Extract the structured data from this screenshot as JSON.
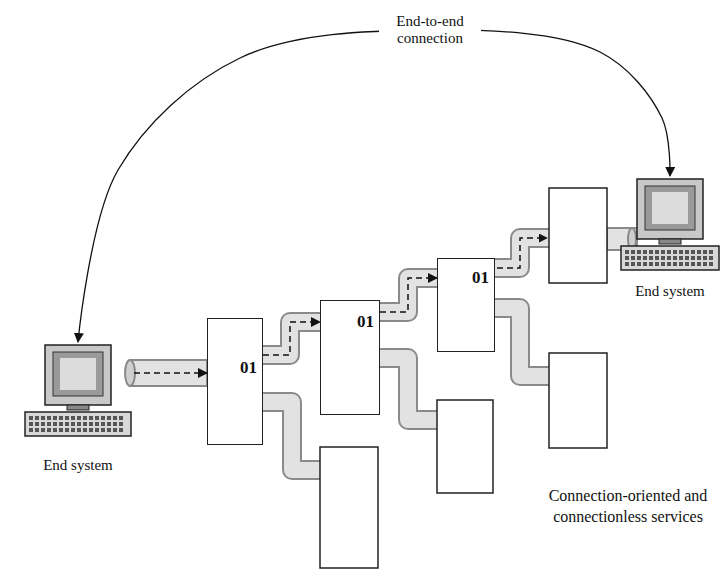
{
  "diagram": {
    "caption": "Connection-oriented and connectionless services",
    "nodes": [
      {
        "text": [
          "End system"
        ]
      },
      {
        "text": [
          "01"
        ]
      },
      {
        "text": [
          "01"
        ]
      },
      {
        "text": [
          "01"
        ]
      },
      {
        "text": [
          "End system"
        ]
      }
    ],
    "edges": [
      {
        "from": 0,
        "to": 1,
        "arrow": "to"
      },
      {
        "from": 1,
        "to": 2,
        "arrow": "to"
      },
      {
        "from": 2,
        "to": 3,
        "arrow": "to"
      },
      {
        "from": 0,
        "to": 4,
        "label": "End-to-end connection",
        "arrow": "both"
      }
    ]
  }
}
